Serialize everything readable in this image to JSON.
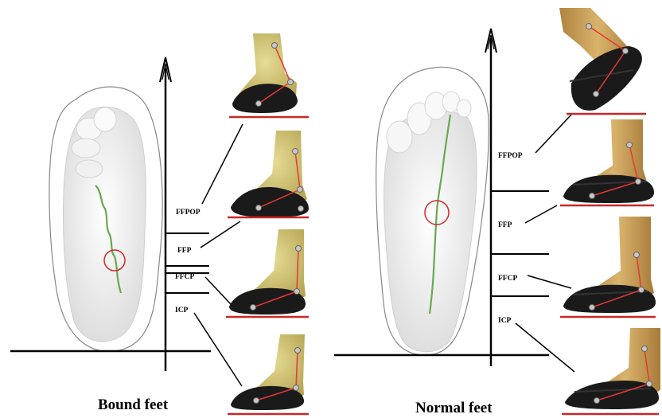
{
  "panels": {
    "bound": {
      "caption": "Bound feet",
      "phases": [
        "FFPOP",
        "FFP",
        "FFCP",
        "ICP"
      ]
    },
    "normal": {
      "caption": "Normal feet",
      "phases": [
        "FFPOP",
        "FFP",
        "FFCP",
        "ICP"
      ]
    }
  },
  "colors": {
    "axis": "#000000",
    "centre_of_pressure_path": "#6aa84f",
    "marker_circle": "#d62728",
    "ground_line": "#c62828",
    "marker_lines": "#e53935",
    "shoe": "#1a1a1a",
    "skin": "#c9b779",
    "plantar_print": "#f2f2f2"
  },
  "icons": [
    "foot-plantar-print",
    "foot-side-photo",
    "reflective-marker"
  ]
}
